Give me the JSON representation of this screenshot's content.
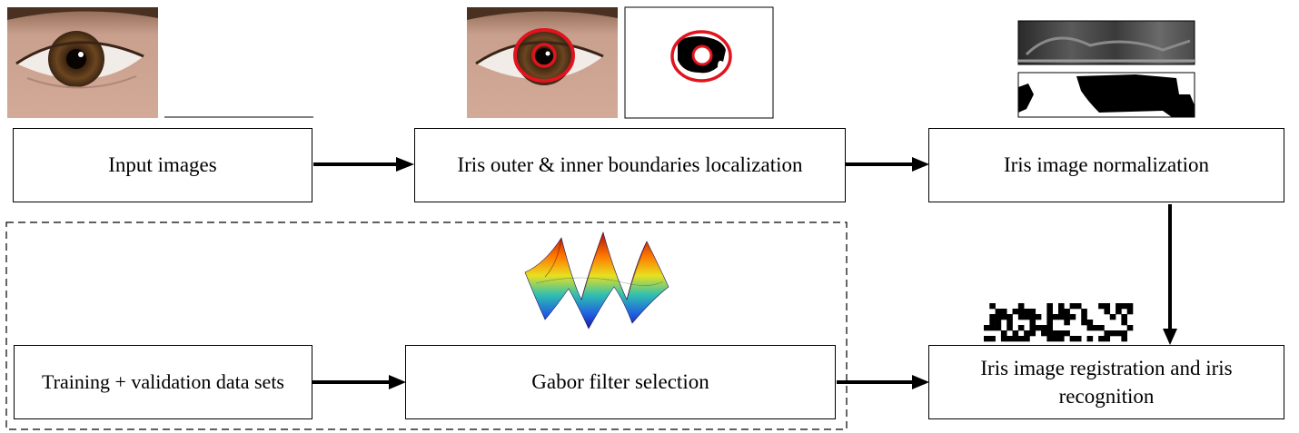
{
  "nodes": {
    "input_images": "Input images",
    "localization": "Iris outer & inner boundaries localization",
    "normalization": "Iris image normalization",
    "training_data": "Training + validation data sets",
    "gabor_selection": "Gabor filter selection",
    "registration_recognition": "Iris image registration and iris recognition"
  },
  "edges": [
    {
      "from": "input_images",
      "to": "localization"
    },
    {
      "from": "localization",
      "to": "normalization"
    },
    {
      "from": "normalization",
      "to": "registration_recognition"
    },
    {
      "from": "training_data",
      "to": "gabor_selection"
    },
    {
      "from": "gabor_selection",
      "to": "registration_recognition"
    }
  ],
  "colors": {
    "stroke": "#000000",
    "localization_circle": "#e0141e",
    "skin": "#c9a08e",
    "iris": "#5a3a1c"
  },
  "illustrations": [
    "eye-photo",
    "eye-photo-with-boundaries",
    "segmented-iris-mask",
    "normalized-iris-strip",
    "normalized-mask-strip",
    "gabor-surface-plot",
    "iris-code-pattern"
  ]
}
